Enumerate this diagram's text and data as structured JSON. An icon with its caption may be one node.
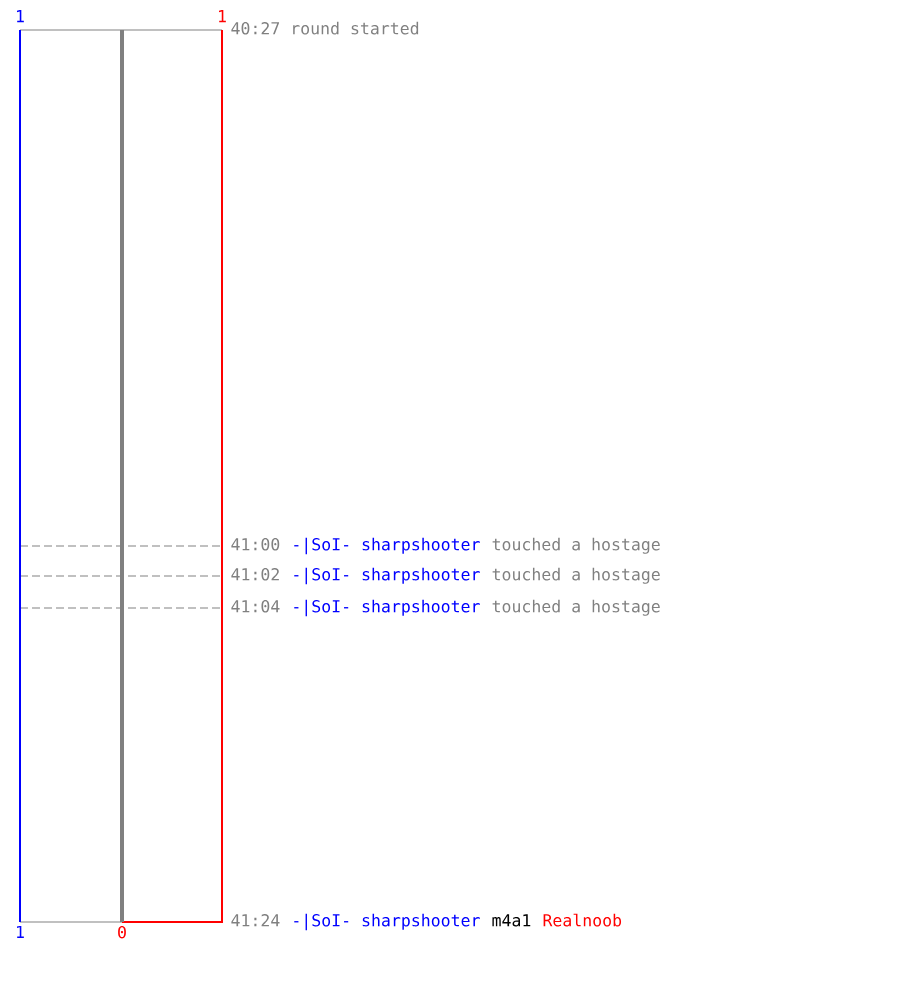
{
  "diagram": {
    "labels": [
      "1",
      "1",
      "40:27 round started",
      "41:00",
      "-|SoI- sharpshooter",
      "touched a hostage",
      "41:02",
      "-|SoI- sharpshooter",
      "touched a hostage",
      "41:04",
      "-|SoI- sharpshooter",
      "touched a hostage",
      "1",
      "0",
      "41:24",
      "-|SoI- sharpshooter",
      "m4a1",
      "Realnoob"
    ]
  }
}
